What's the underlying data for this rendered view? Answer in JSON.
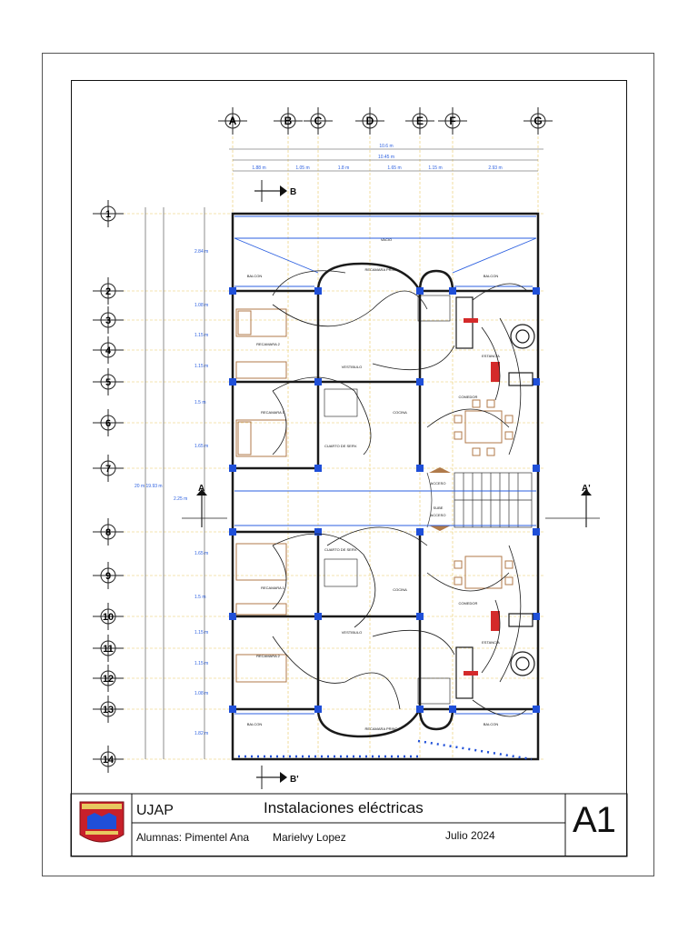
{
  "title_block": {
    "school": "UJAP",
    "title": "Instalaciones eléctricas",
    "students_label": "Alumnas: Pimentel Ana",
    "student2": "Marielvy Lopez",
    "date": "Julio 2024",
    "sheet_number": "A1"
  },
  "grid": {
    "columns": [
      "A",
      "B",
      "C",
      "D",
      "E",
      "F",
      "G"
    ],
    "rows": [
      "1",
      "2",
      "3",
      "4",
      "5",
      "6",
      "7",
      "8",
      "9",
      "10",
      "11",
      "12",
      "13",
      "14"
    ]
  },
  "dimensions": {
    "total_width": "10.6 m",
    "inner_width": "10.45 m",
    "segments": [
      "1.88 m",
      "1.05 m",
      "1.8 m",
      "1.65 m",
      "1.15 m",
      "2.93 m"
    ],
    "heights": [
      "2.84 m",
      "1.08 m",
      "1.15 m",
      "1.15 m",
      "1.5 m",
      "1.65 m",
      "2.25 m",
      "1.65 m",
      "1.5 m",
      "1.15 m",
      "1.15 m",
      "1.08 m",
      "1.82 m"
    ],
    "total_height": "20 m 19.93 m"
  },
  "sections": {
    "a": "A",
    "a_prime": "A'",
    "b": "B",
    "b_prime": "B'"
  },
  "rooms": {
    "vacio": "VACIO",
    "balcon": "BALCON",
    "recamara_princ": "RECAMARA PRINC.",
    "recamara_2": "RECAMARA 2",
    "recamara_1": "RECAMARA 1",
    "vestibulo": "VESTIBULO",
    "estancia": "ESTANCIA",
    "comedor": "COMEDOR",
    "cocina": "COCINA",
    "cuarto_servicio": "CUARTO DE SERV.",
    "acceso": "ACCESO",
    "sube": "SUBE"
  },
  "colors": {
    "wall": "#1a1a1a",
    "column": "#1f4fd8",
    "wiring": "#1a1a1a",
    "blue_line": "#2b5fe0",
    "furniture": "#b07a4a",
    "grid_line": "#e8c860",
    "red_fixture": "#d42a2a"
  }
}
